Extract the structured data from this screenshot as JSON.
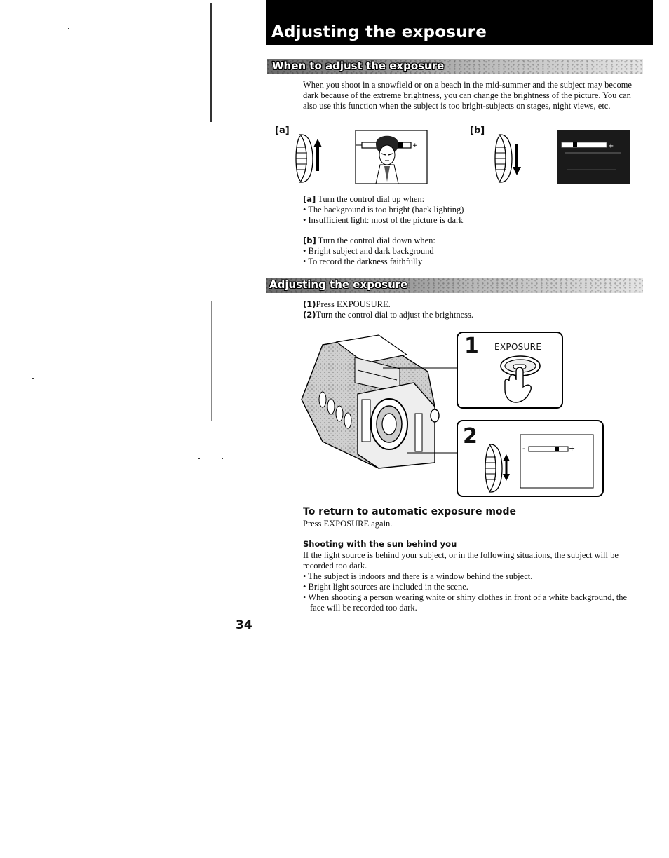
{
  "title": "Adjusting the exposure",
  "sections": {
    "when": "When to adjust the exposure",
    "adjusting": "Adjusting the exposure"
  },
  "intro": "When you shoot in a snowfield or on a beach in the mid-summer and the subject may become dark because of the extreme brightness, you can change the brightness of the picture. You can also use this function when the subject is too bright-subjects on stages, night views, etc.",
  "figure": {
    "label_a": "[a]",
    "label_b": "[b]",
    "camera_button_text": "EXPOSURE",
    "step1": "1",
    "step2": "2",
    "indicator_minus": "-",
    "indicator_plus": "+"
  },
  "list_a": {
    "label": "[a]",
    "text": " Turn the control dial up when:",
    "items": [
      "• The background is too bright (back lighting)",
      "• Insufficient light: most of the picture is dark"
    ]
  },
  "list_b": {
    "label": "[b]",
    "text": " Turn the control dial down when:",
    "items": [
      "• Bright subject and dark background",
      "• To record the darkness faithfully"
    ]
  },
  "steps": [
    {
      "label": "(1)",
      "text": "Press EXPOUSURE."
    },
    {
      "label": "(2)",
      "text": "Turn the control dial to adjust the brightness."
    }
  ],
  "return_heading": "To return to automatic exposure mode",
  "return_text": "Press EXPOSURE again.",
  "sun_heading": "Shooting with the sun behind you",
  "sun_intro": "If the light source is behind your subject, or in the following situations, the subject will be recorded too dark.",
  "sun_items": [
    "• The subject is indoors and there is a window behind the subject.",
    "• Bright light sources are included in the scene.",
    "• When shooting a person wearing white or shiny clothes in front of a white background, the face will be recorded too dark."
  ],
  "page_number": "34"
}
